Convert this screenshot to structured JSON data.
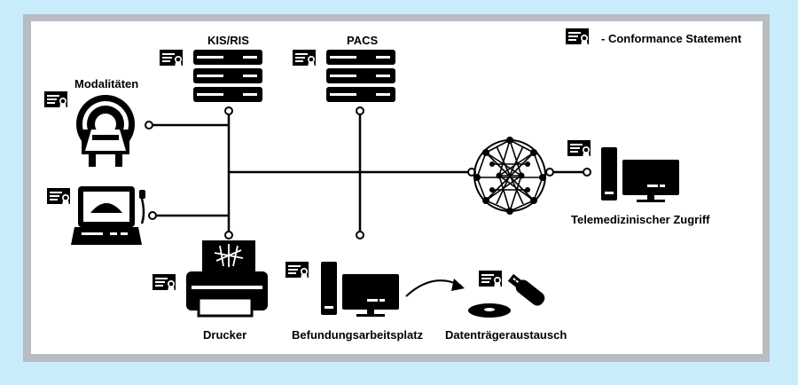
{
  "legend": {
    "text": "- Conformance Statement",
    "icon": "certificate-icon"
  },
  "labels": {
    "kis_ris": "KIS/RIS",
    "pacs": "PACS",
    "modalitaeten": "Modalitäten",
    "telemedizin": "Telemedizinischer Zugriff",
    "drucker": "Drucker",
    "befundung": "Befundungsarbeitsplatz",
    "datentraeger": "Datenträgeraustausch"
  },
  "colors": {
    "background": "#c9ecfb",
    "frame": "#b9bdc1",
    "panel": "#ffffff",
    "ink": "#000000"
  }
}
